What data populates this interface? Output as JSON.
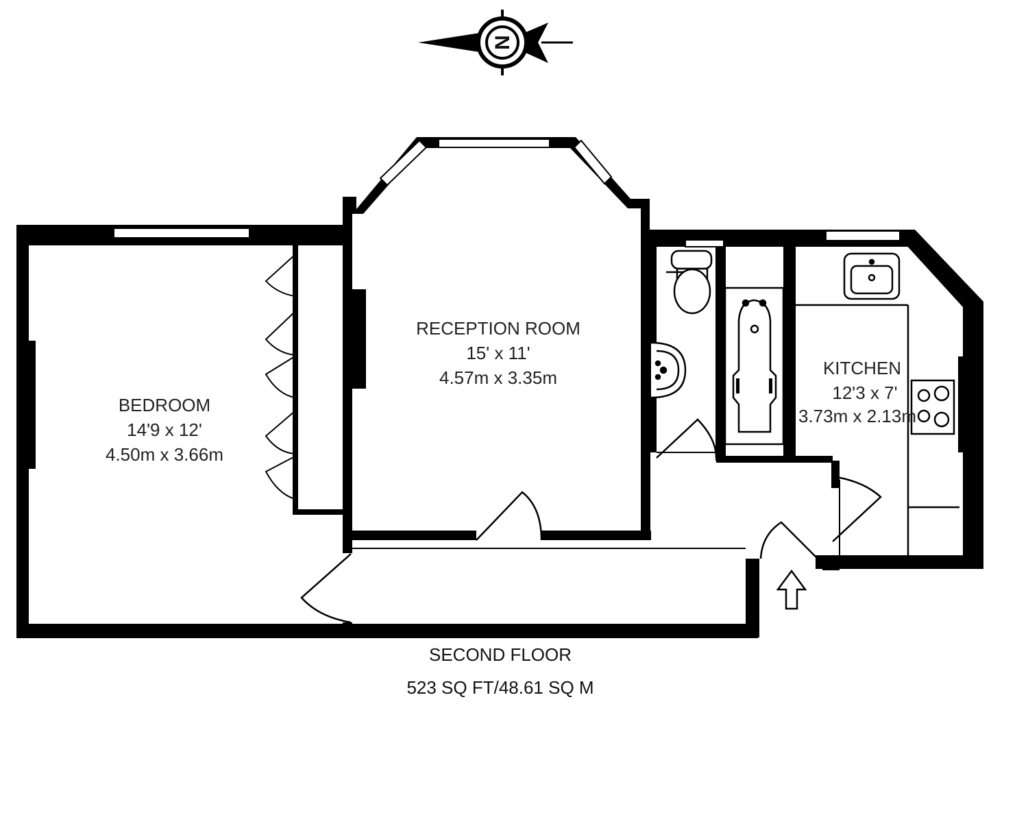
{
  "rooms": {
    "reception": {
      "name": "RECEPTION ROOM",
      "imperial": "15' x 11'",
      "metric": "4.57m x 3.35m"
    },
    "bedroom": {
      "name": "BEDROOM",
      "imperial": "14'9 x 12'",
      "metric": "4.50m x 3.66m"
    },
    "kitchen": {
      "name": "KITCHEN",
      "imperial": "12'3 x 7'",
      "metric": "3.73m x 2.13m"
    }
  },
  "floor": {
    "name": "SECOND FLOOR",
    "area": "523 SQ FT/48.61 SQ M"
  },
  "compass": {
    "letter": "N"
  },
  "colors": {
    "wall": "#000000",
    "fixture_line": "#000000",
    "window": "#ffffff",
    "background": "#ffffff"
  }
}
